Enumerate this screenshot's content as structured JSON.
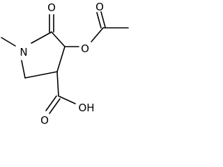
{
  "atoms": {
    "n1": "N",
    "o_ketone": "O",
    "o_ester": "O",
    "o_acetyl": "O",
    "oh_acid": "OH",
    "o_acid": "O"
  },
  "colors": {
    "bond": "#000000",
    "text": "#000000",
    "background": "#ffffff"
  }
}
